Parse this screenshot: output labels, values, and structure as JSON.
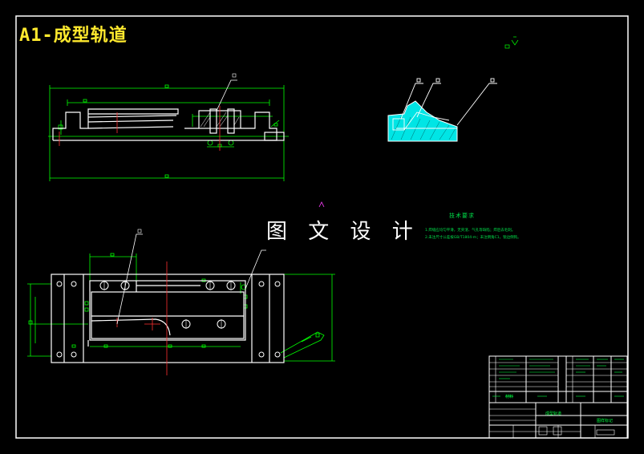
{
  "drawing": {
    "title": "A1-成型轨道",
    "watermark": "图 文 设 计",
    "tech_requirements": {
      "title": "技术要求",
      "lines": [
        "1.焊缝应均匀平滑，无夹渣、气孔等缺陷；焊后去毛刺。",
        "2.未注尺寸公差按GB/T1804-m；未注倒角C1，锐边倒钝。"
      ]
    },
    "title_block": {
      "part_label": "成型轨道",
      "sheet_label": "图样标记",
      "material_label": "材料"
    },
    "colors": {
      "border": "#ffffff",
      "outline": "#ffffff",
      "dimension": "#00ff00",
      "centerline": "#ff3030",
      "section_fill": "#00e5e5",
      "leader": "#ffffff",
      "title_text": "#ffe92e"
    }
  }
}
